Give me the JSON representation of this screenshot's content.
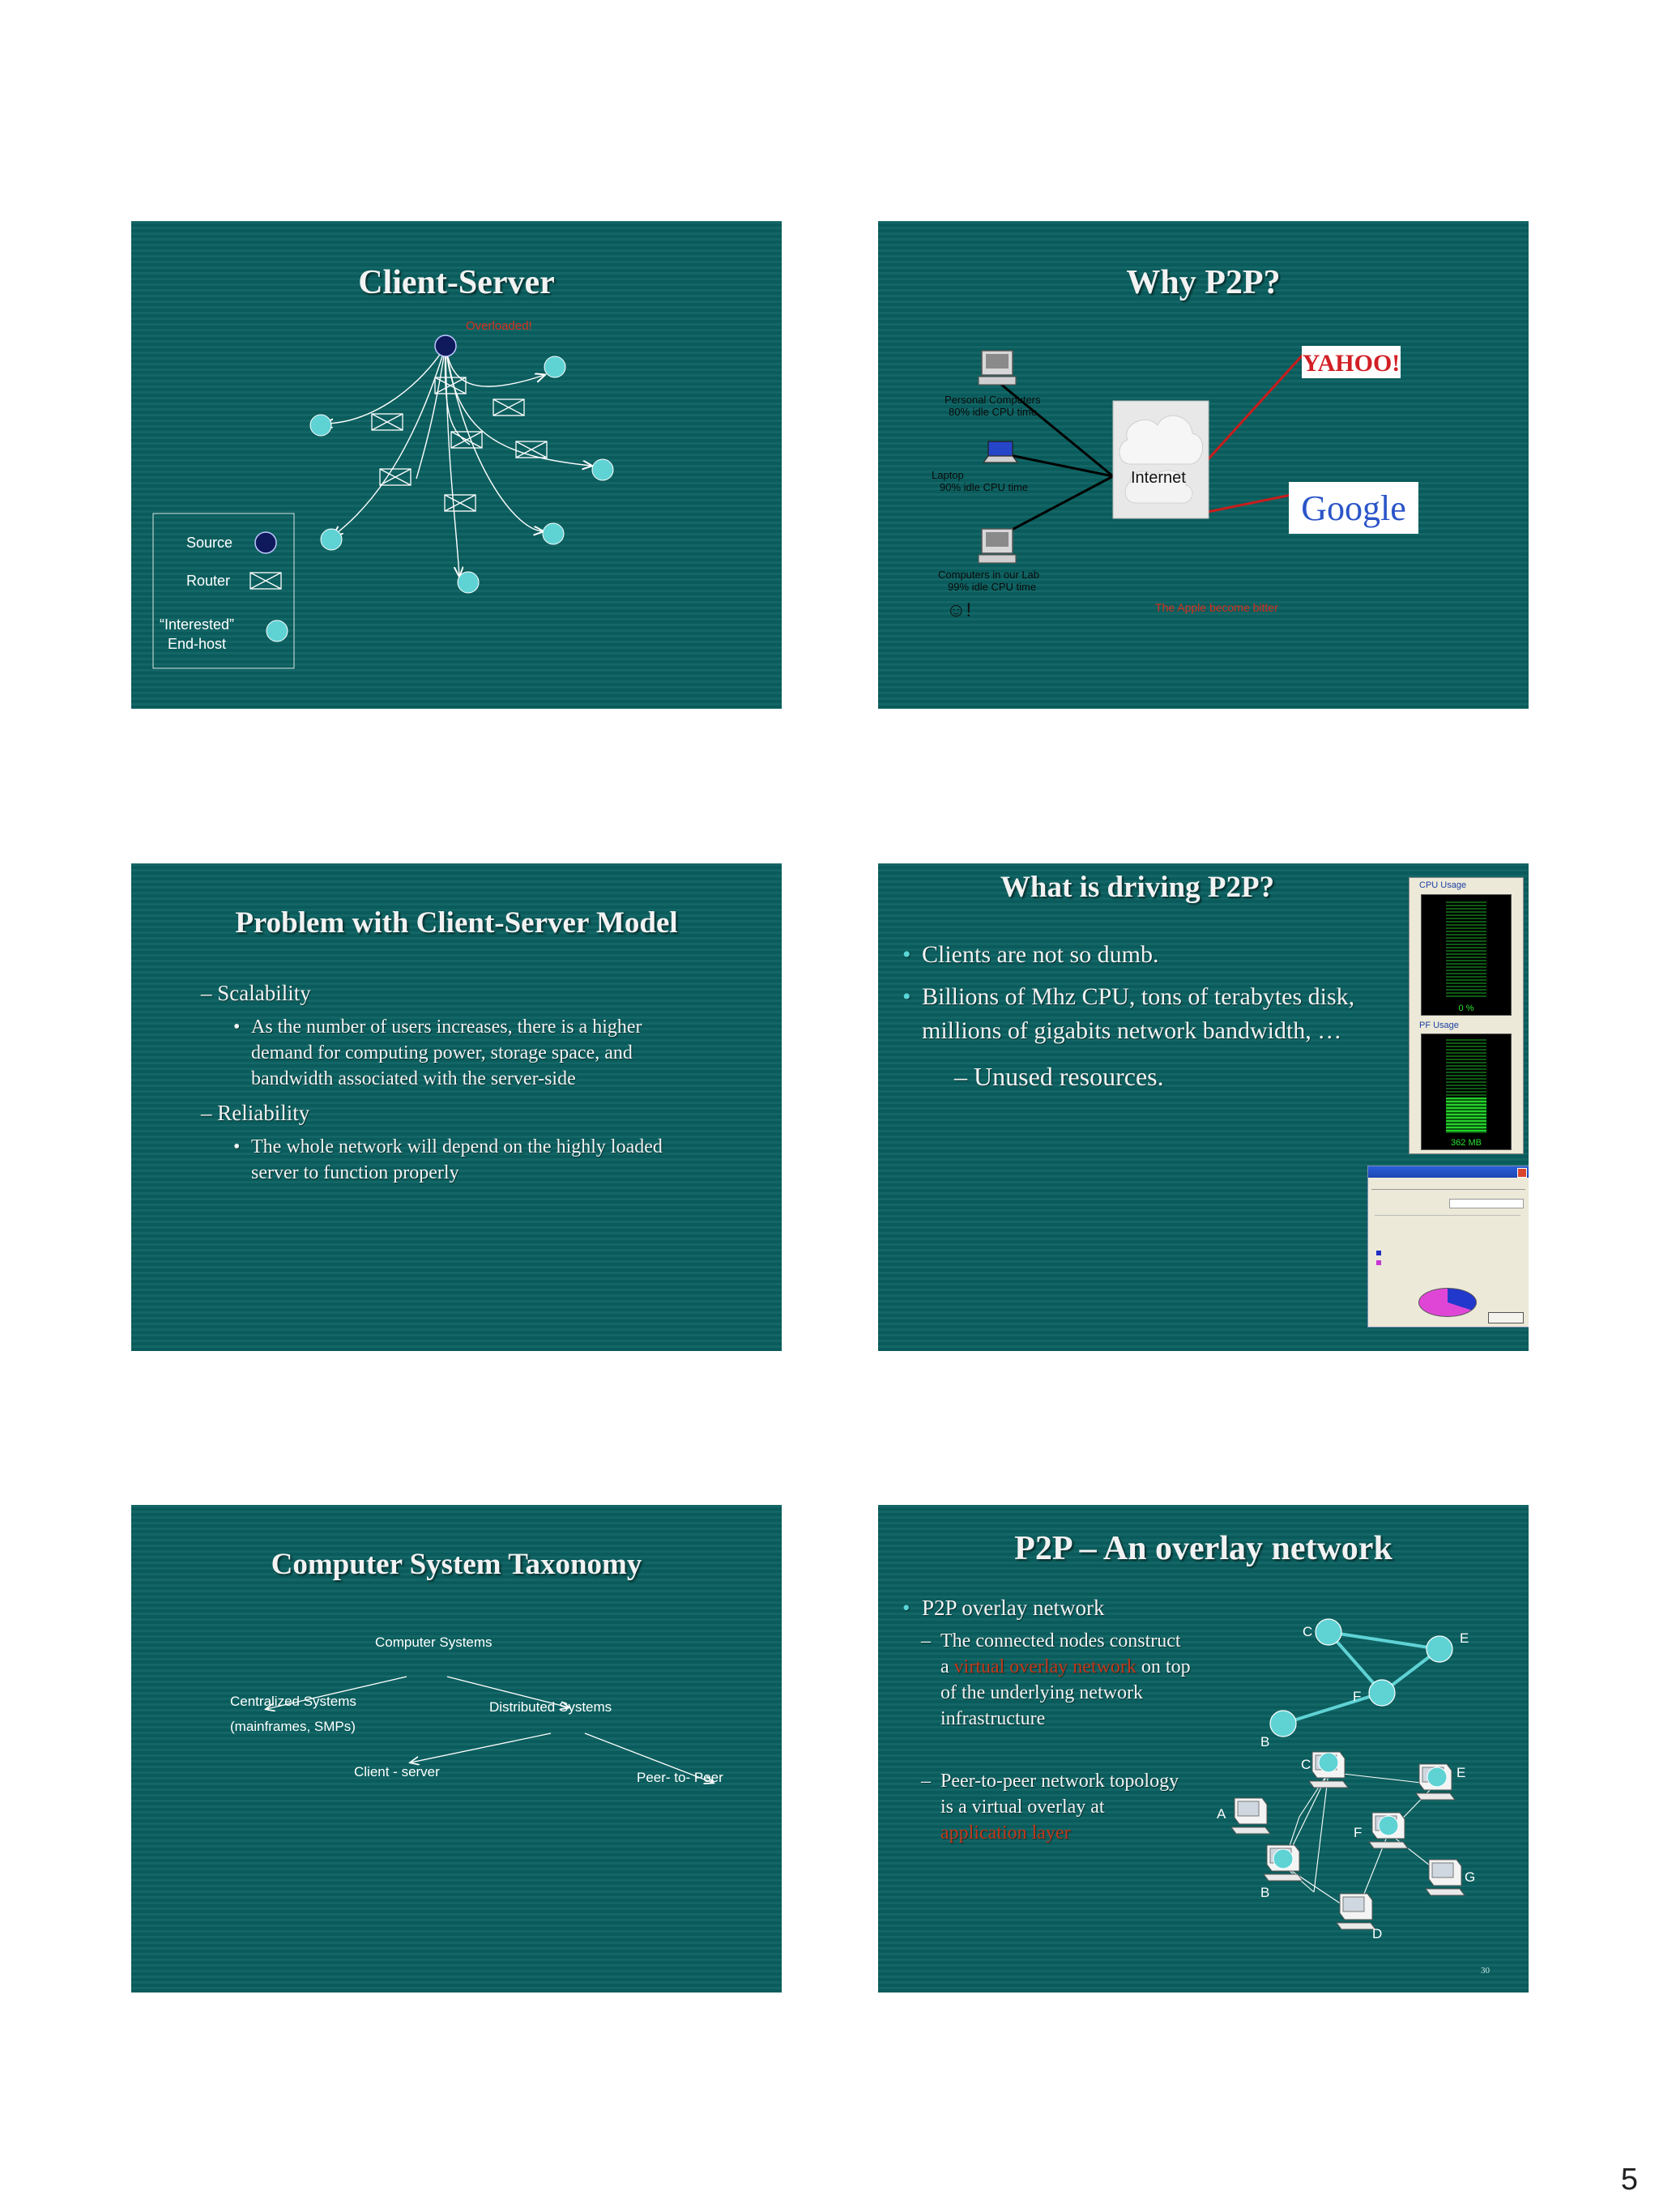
{
  "page_number": "5",
  "slide1": {
    "title": "Client-Server",
    "overloaded_label": "Overloaded!",
    "legend": {
      "source": "Source",
      "router": "Router",
      "host_line1": "“Interested”",
      "host_line2": "End-host"
    }
  },
  "slide2": {
    "title": "Why P2P?",
    "pc_line1": "Personal Computers",
    "pc_line2": "80% idle CPU time",
    "laptop_line1": "Laptop",
    "laptop_line2": "90% idle CPU time",
    "lab_line1": "Computers in our Lab",
    "lab_line2": "99% idle CPU time",
    "smiley": "☺!",
    "internet_label": "Internet",
    "yahoo_logo": "YAHOO!",
    "google_logo": "Google",
    "caption": "The Apple become bitter"
  },
  "slide3": {
    "title": "Problem with Client-Server Model",
    "items": [
      {
        "heading": "– Scalability",
        "detail": "As the number of users increases, there is a higher demand for computing power, storage space, and bandwidth associated with the server-side"
      },
      {
        "heading": "– Reliability",
        "detail": "The whole network will depend on the highly loaded server to function properly"
      }
    ]
  },
  "slide4": {
    "title": "What is driving P2P?",
    "bullet1": "Clients are not so dumb.",
    "bullet2": "Billions of Mhz CPU, tons of terabytes disk, millions of gigabits network bandwidth, …",
    "sub_bullet": "– Unused resources.",
    "cpu_usage_label": "CPU Usage",
    "cpu_usage_value": "0 %",
    "pf_usage_label": "PF Usage",
    "pf_usage_value": "362 MB"
  },
  "slide5": {
    "title": "Computer System Taxonomy",
    "root": "Computer Systems",
    "centralized_line1": "Centralized Systems",
    "centralized_line2": "(mainframes, SMPs)",
    "distributed": "Distributed Systems",
    "client_server": "Client - server",
    "peer_to_peer": "Peer- to- Peer"
  },
  "slide6": {
    "title": "P2P – An overlay network",
    "bullet": "P2P overlay network",
    "sub1_pre": "The connected nodes construct a ",
    "sub1_highlight": "virtual overlay network",
    "sub1_post": " on top of the underlying network infrastructure",
    "sub2_pre": "Peer-to-peer network topology is a virtual overlay at ",
    "sub2_highlight": "application layer",
    "overlay_nodes": [
      "C",
      "E",
      "F",
      "B"
    ],
    "physical_nodes": [
      "C",
      "E",
      "A",
      "F",
      "B",
      "G",
      "D"
    ],
    "slide_no": "30"
  },
  "colors": {
    "slide_bg": "#0b6060",
    "node": "#5fd2d4",
    "source_node": "#0f1a5c",
    "highlight": "#c0391b"
  }
}
